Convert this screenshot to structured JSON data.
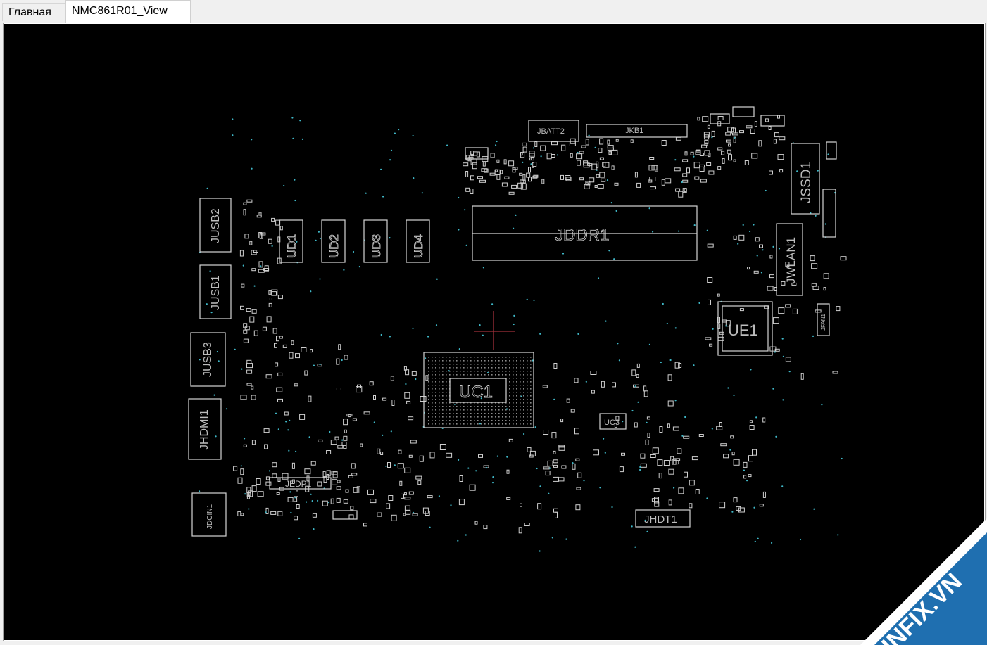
{
  "tabs": [
    {
      "label": "Главная",
      "active": false
    },
    {
      "label": "NMC861R01_View",
      "active": true
    }
  ],
  "board": {
    "components": {
      "jbatt2": "JBATT2",
      "jkb1": "JKB1",
      "jddr1": "JDDR1",
      "ud1": "UD1",
      "ud2": "UD2",
      "ud3": "UD3",
      "ud4": "UD4",
      "jusb2": "JUSB2",
      "jusb1": "JUSB1",
      "jusb3": "JUSB3",
      "jhdmi1": "JHDMI1",
      "jdcin1": "JDCIN1",
      "jedp1": "JEDP1",
      "uc1": "UC1",
      "uc3": "UC3",
      "ue1": "UE1",
      "jssd1": "JSSD1",
      "jwlan1": "JWLAN1",
      "jfan1": "JFAN1",
      "jhdt1": "JHDT1"
    },
    "colors": {
      "background": "#000000",
      "silkscreen": "#d0d0d0",
      "via": "#3fb8c8"
    }
  },
  "watermark": {
    "text": "HNFIX.VN",
    "color": "#1f6fb0"
  }
}
